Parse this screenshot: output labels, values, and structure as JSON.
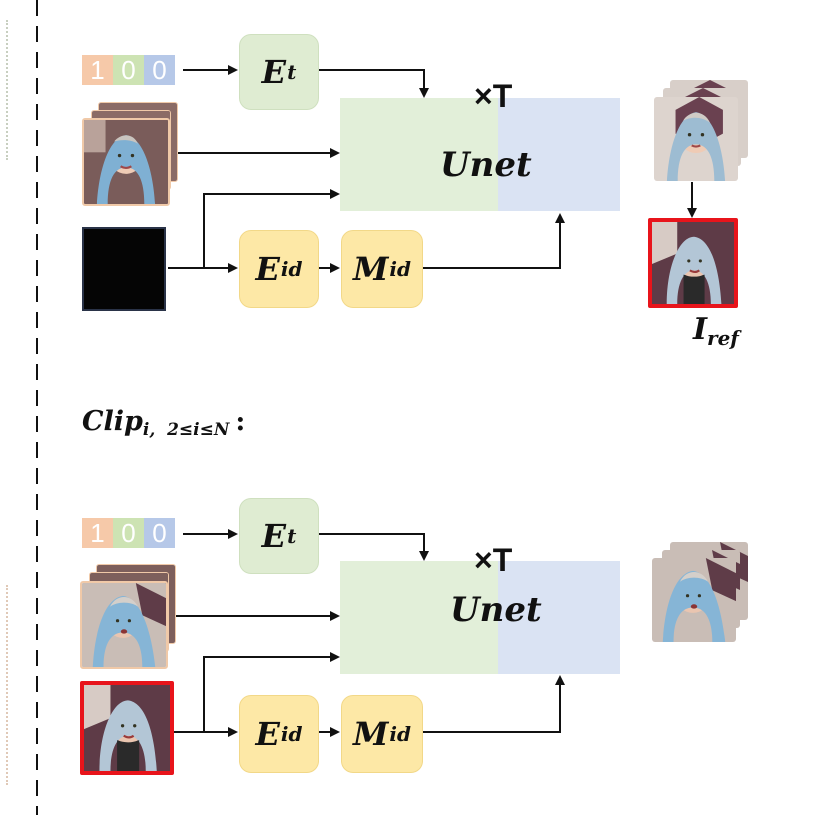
{
  "timestep_digits": [
    "1",
    "0",
    "0"
  ],
  "encoders": {
    "time": {
      "main": "E",
      "sub": "t"
    },
    "identity": {
      "main": "E",
      "sub": "id"
    },
    "mapper": {
      "main": "M",
      "sub": "id"
    }
  },
  "unet_label": "Unet",
  "repeat_label": "×T",
  "reference_label": {
    "main": "I",
    "sub": "ref"
  },
  "clip_heading": {
    "main": "Clip",
    "sub": "i,  2≤i≤N",
    "colon": ":"
  },
  "colors": {
    "timestep": [
      "#f6c9a9",
      "#cde3b3",
      "#b6c8e8"
    ],
    "encoder_green": "#dfecd2",
    "encoder_yellow": "#fde8a6",
    "unet_green": "#e2efd9",
    "unet_blue": "#dae3f3",
    "reference_border": "#e8141b",
    "black_input": "#050505"
  }
}
